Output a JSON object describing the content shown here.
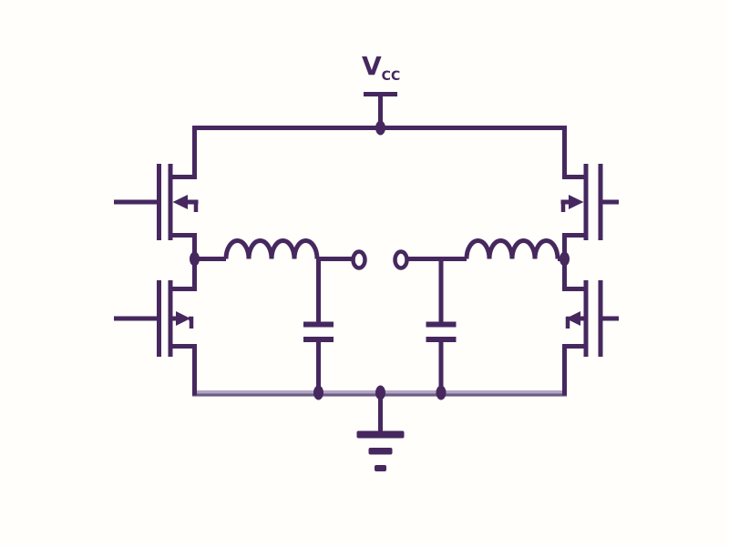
{
  "labels": {
    "supply_main": "V",
    "supply_sub": "CC"
  },
  "colors": {
    "stroke": "#46285f",
    "rail_light": "#b3a5c4",
    "rail_dark": "#6a5c82",
    "background": "#fffefa"
  },
  "diagram": {
    "type": "circuit-schematic",
    "components": [
      {
        "id": "vcc-supply-node"
      },
      {
        "id": "mosfet-high-side-left"
      },
      {
        "id": "mosfet-low-side-left"
      },
      {
        "id": "mosfet-high-side-right"
      },
      {
        "id": "mosfet-low-side-right"
      },
      {
        "id": "inductor-left"
      },
      {
        "id": "inductor-right"
      },
      {
        "id": "capacitor-left"
      },
      {
        "id": "capacitor-right"
      },
      {
        "id": "output-terminal-left"
      },
      {
        "id": "output-terminal-right"
      },
      {
        "id": "ground-symbol"
      }
    ]
  }
}
